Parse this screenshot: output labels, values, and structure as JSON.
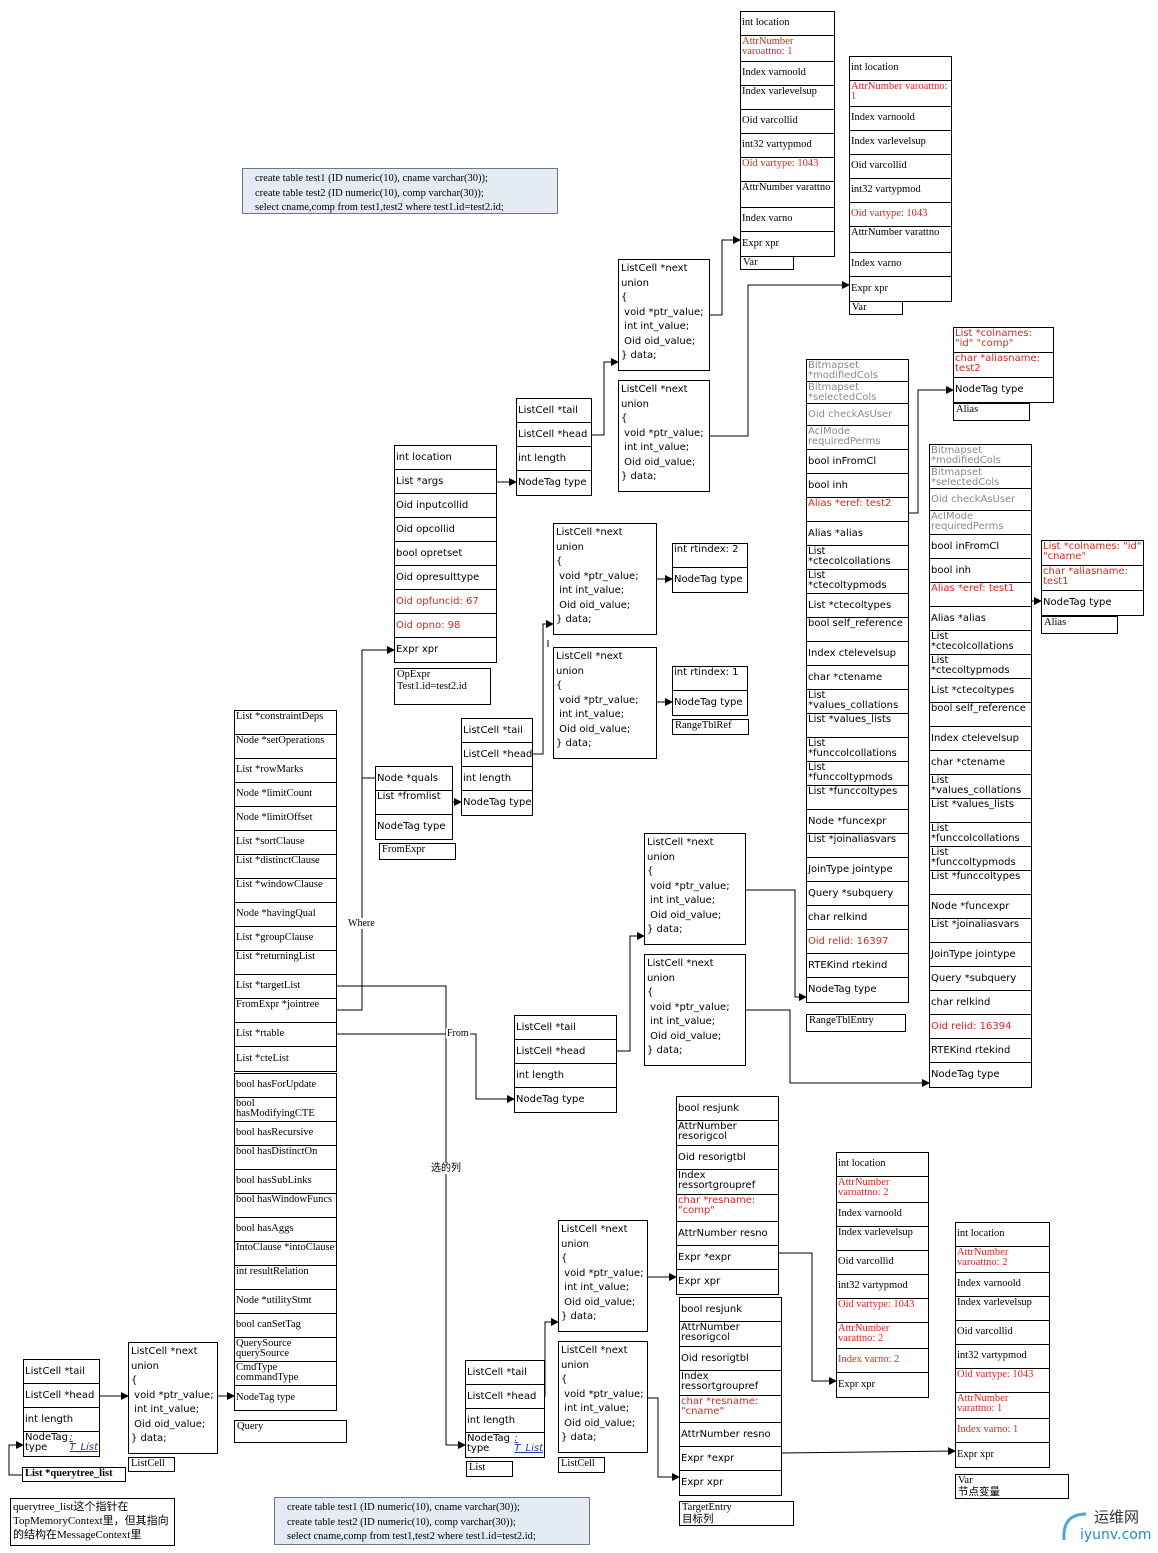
{
  "sql_top": [
    "create table test1 (ID numeric(10), cname varchar(30));",
    "create table test2 (ID numeric(10), comp varchar(30));",
    "select cname,comp from test1,test2 where test1.id=test2.id;"
  ],
  "sql_bottom": [
    "create table test1 (ID numeric(10), cname varchar(30));",
    "create table test2 (ID numeric(10), comp varchar(30));",
    "select cname,comp from test1,test2 where test1.id=test2.id;"
  ],
  "note": "querytree_list这个指针在TopMemoryContext里，但其指向的结构在MessageContext里",
  "querytree_list_label": "List *querytree_list",
  "edge_labels": {
    "where": "Where",
    "from": "From",
    "select_cols": "选的列"
  },
  "listcell_lines": [
    "ListCell *next",
    "union",
    "{",
    " void *ptr_value;",
    " int int_value;",
    " Oid oid_value;",
    "} data;"
  ],
  "list_rows": [
    "ListCell *tail",
    "ListCell *head",
    "int length",
    "NodeTag type"
  ],
  "list_type_value": ": T_List",
  "labels": {
    "list": "List",
    "listcell": "ListCell",
    "query": "Query",
    "fromexpr": "FromExpr",
    "opexpr": "OpExpr\nTest1.id=test2.id",
    "rangetblref": "RangeTblRef",
    "rangetblentry": "RangeTblEntry",
    "alias": "Alias",
    "var": "Var",
    "var_node": "Var\n节点变量",
    "targetentry": "TargetEntry\n目标列"
  },
  "query_rows_1": [
    "List *constraintDeps",
    "Node *setOperations",
    "List *rowMarks",
    "Node *limitCount",
    "Node *limitOffset",
    "List *sortClause",
    "List *distinctClause",
    "List *windowClause",
    "Node *havingQual",
    "List *groupClause",
    "List *returningList",
    "List *targetList",
    "FromExpr *jointree",
    "List *rtable",
    "List *cteList"
  ],
  "query_rows_2": [
    "bool hasForUpdate",
    "bool hasModifyingCTE",
    "bool hasRecursive",
    "bool hasDistinctOn",
    "bool hasSubLinks",
    "bool hasWindowFuncs",
    "bool hasAggs",
    "IntoClause *intoClause",
    "int resultRelation",
    "Node *utilityStmt",
    "bool canSetTag",
    "QuerySource querySource",
    "CmdType commandType",
    "NodeTag type"
  ],
  "fromexpr_rows": [
    "Node *quals",
    "List *fromlist",
    "NodeTag type"
  ],
  "opexpr_rows": [
    "int location",
    "List *args",
    "Oid inputcollid",
    "Oid opcollid",
    "bool opretset",
    "Oid opresulttype",
    "Oid opfuncid: 67",
    "Oid opno: 98",
    "Expr xpr"
  ],
  "rtref_1_rows": [
    "int rtindex: 2",
    "NodeTag type"
  ],
  "rtref_2_rows": [
    "int rtindex: 1",
    "NodeTag type"
  ],
  "var_1_rows": [
    "int location",
    "AttrNumber varoattno: 1",
    "Index varnoold",
    "Index varlevelsup",
    "Oid varcollid",
    "int32 vartypmod",
    "Oid vartype: 1043",
    "AttrNumber varattno",
    "Index varno",
    "Expr xpr"
  ],
  "var_2_rows": [
    "int location",
    "AttrNumber varoattno: 1",
    "Index varnoold",
    "Index varlevelsup",
    "Oid varcollid",
    "int32 vartypmod",
    "Oid vartype: 1043",
    "AttrNumber varattno",
    "Index varno",
    "Expr xpr"
  ],
  "var_3_rows": [
    "int location",
    "AttrNumber varoattno: 2",
    "Index varnoold",
    "Index varlevelsup",
    "Oid varcollid",
    "int32 vartypmod",
    "Oid vartype: 1043",
    "AttrNumber varattno: 2",
    "Index varno: 2",
    "Expr xpr"
  ],
  "var_4_rows": [
    "int location",
    "AttrNumber varoattno: 2",
    "Index varnoold",
    "Index varlevelsup",
    "Oid varcollid",
    "int32 vartypmod",
    "Oid vartype: 1043",
    "AttrNumber varattno: 1",
    "Index varno: 1",
    "Expr xpr"
  ],
  "rte_1_rows": [
    "Bitmapset *modifiedCols",
    "Bitmapset *selectedCols",
    "Oid checkAsUser",
    "AclMode requiredPerms",
    "bool inFromCl",
    "bool inh",
    "Alias *eref: test2",
    "Alias *alias",
    "List *ctecolcollations",
    "List *ctecoltypmods",
    "List *ctecoltypes",
    "bool self_reference",
    "Index ctelevelsup",
    "char *ctename",
    "List *values_collations",
    "List *values_lists",
    "List *funccolcollations",
    "List *funccoltypmods",
    "List *funccoltypes",
    "Node *funcexpr",
    "List *joinaliasvars",
    "JoinType jointype",
    "Query *subquery",
    "char relkind",
    "Oid relid: 16397",
    "RTEKind rtekind",
    "NodeTag type"
  ],
  "rte_2_rows": [
    "Bitmapset *modifiedCols",
    "Bitmapset *selectedCols",
    "Oid checkAsUser",
    "AclMode requiredPerms",
    "bool inFromCl",
    "bool inh",
    "Alias *eref: test1",
    "Alias *alias",
    "List *ctecolcollations",
    "List *ctecoltypmods",
    "List *ctecoltypes",
    "bool self_reference",
    "Index ctelevelsup",
    "char *ctename",
    "List *values_collations",
    "List *values_lists",
    "List *funccolcollations",
    "List *funccoltypmods",
    "List *funccoltypes",
    "Node *funcexpr",
    "List *joinaliasvars",
    "JoinType jointype",
    "Query *subquery",
    "char relkind",
    "Oid relid: 16394",
    "RTEKind rtekind",
    "NodeTag type"
  ],
  "alias_1_rows": [
    "List *colnames: \"id\" \"comp\"",
    "char *aliasname: test2",
    "NodeTag type"
  ],
  "alias_2_rows": [
    "List *colnames: \"id\" \"cname\"",
    "char *aliasname: test1",
    "NodeTag type"
  ],
  "te_1_rows": [
    "bool resjunk",
    "AttrNumber resorigcol",
    "Oid resorigtbl",
    "Index ressortgroupref",
    "char *resname: \"comp\"",
    "AttrNumber resno",
    "Expr *expr",
    "Expr xpr"
  ],
  "te_2_rows": [
    "bool resjunk",
    "AttrNumber resorigcol",
    "Oid resorigtbl",
    "Index ressortgroupref",
    "char *resname: \"cname\"",
    "AttrNumber resno",
    "Expr *expr",
    "Expr xpr"
  ],
  "watermark": {
    "cn": "运维网",
    "url": "iyunv.com"
  }
}
